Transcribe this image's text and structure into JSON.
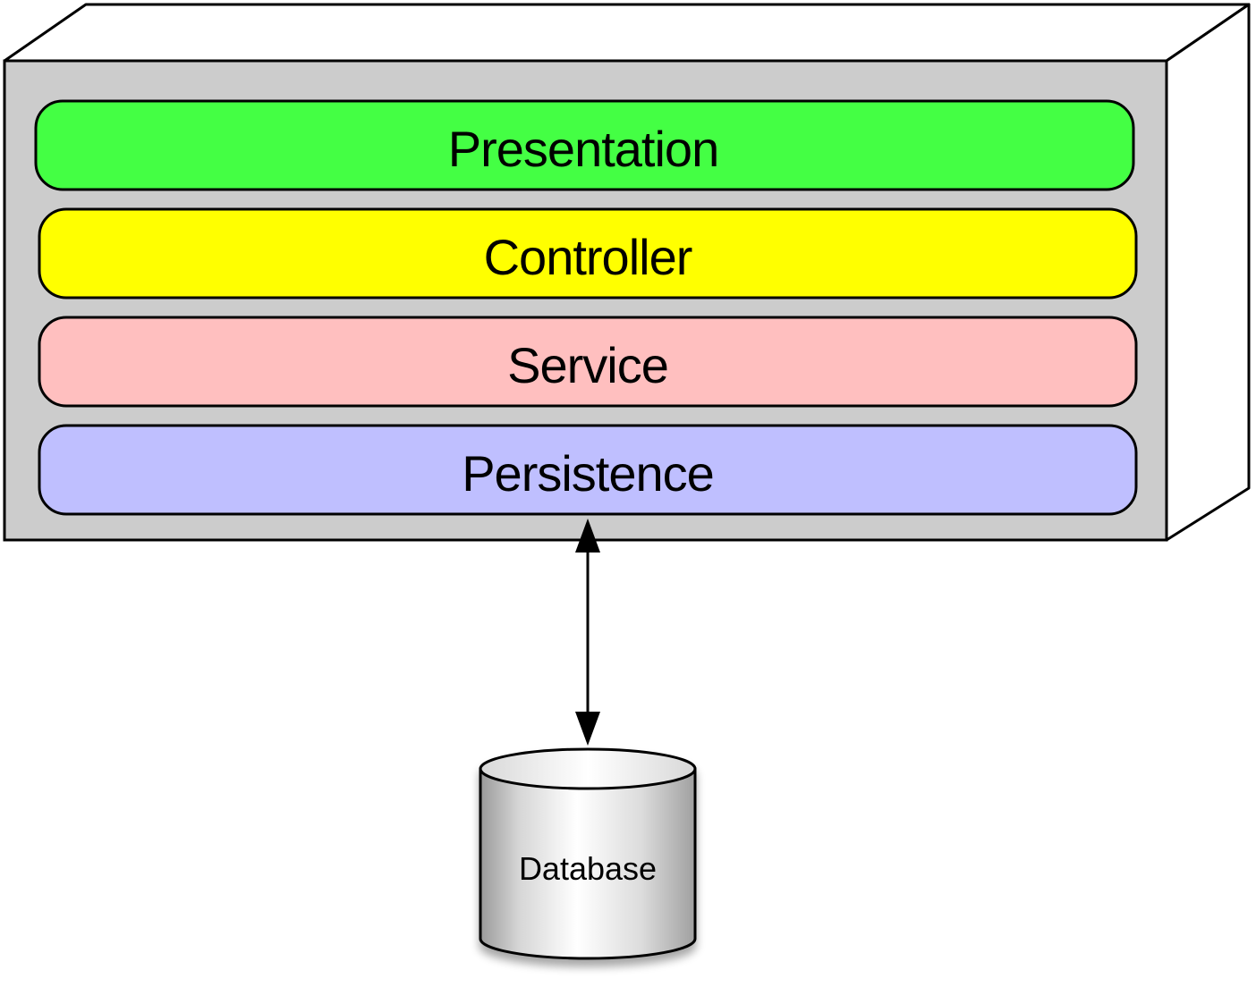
{
  "layers": [
    {
      "label": "Presentation",
      "color": "#44ff44"
    },
    {
      "label": "Controller",
      "color": "#ffff00"
    },
    {
      "label": "Service",
      "color": "#ffbfbf"
    },
    {
      "label": "Persistence",
      "color": "#bfbfff"
    }
  ],
  "container": {
    "front_color": "#cccccc",
    "side_color": "#ffffff"
  },
  "connector": {
    "type": "bidirectional-arrow"
  },
  "database": {
    "label": "Database"
  }
}
